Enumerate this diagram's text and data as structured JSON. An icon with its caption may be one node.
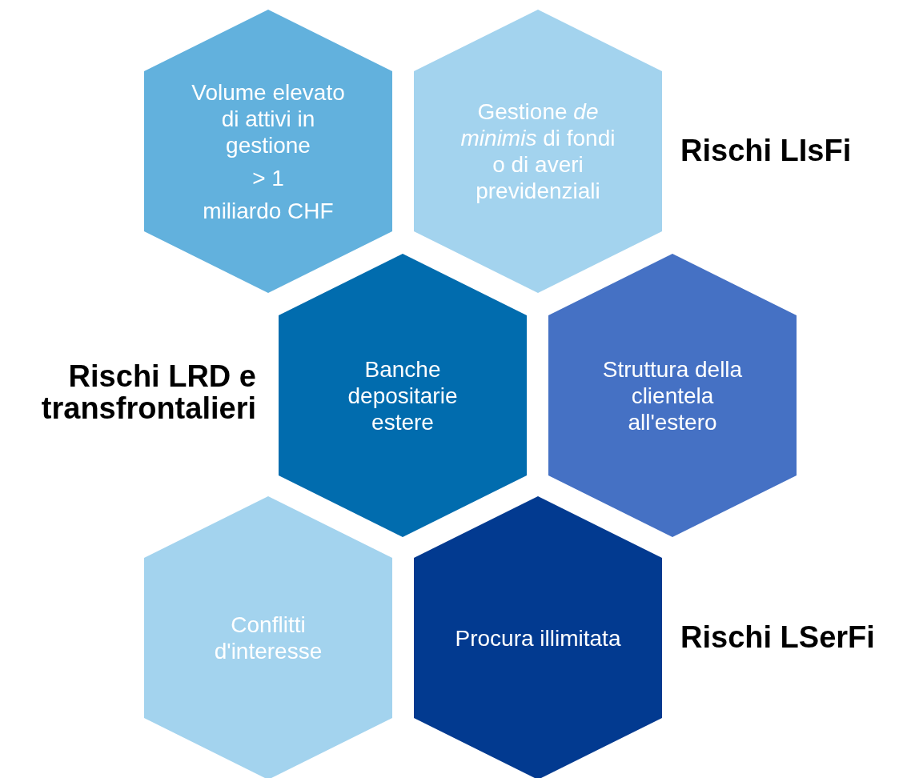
{
  "diagram": {
    "nodes": [
      {
        "text": [
          "Volume elevato di attivi in gestione",
          "> 1",
          "miliardo CHF"
        ]
      },
      {
        "text": [
          "Gestione *de minimis* di fondi o di averi previdenziali"
        ]
      },
      {
        "text": [
          "Banche depositarie estere"
        ]
      },
      {
        "text": [
          "Struttura della clientela all'estero"
        ]
      },
      {
        "text": [
          "Conflitti d'interesse"
        ]
      },
      {
        "text": [
          "Procura illimitata"
        ]
      }
    ],
    "labels": [
      "Rischi LIsFi",
      "Rischi LRD e transfrontalieri",
      "Rischi LSerFi"
    ]
  }
}
